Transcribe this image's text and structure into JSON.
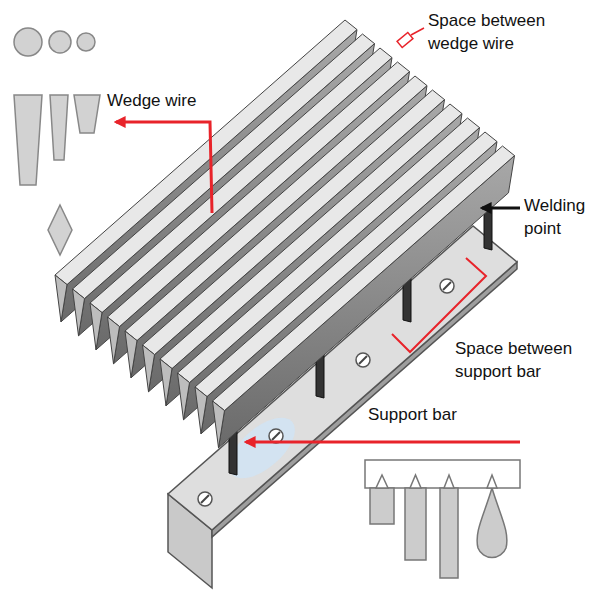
{
  "diagram": {
    "labels": [
      "Space between wedge wire",
      "Wedge wire",
      "Welding point",
      "Space between support bar",
      "Support bar"
    ]
  }
}
